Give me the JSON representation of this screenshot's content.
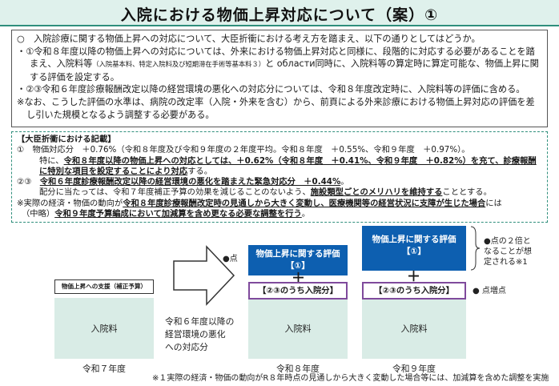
{
  "title": "入院における物価上昇対応について（案）①",
  "summary": {
    "p1": "○　入院診療に関する物価上昇への対応について、大臣折衝における考え方を踏まえ、以下の通りとしてはどうか。",
    "p2a": "・①令和８年度以降の物価上昇への対応については、外来における物価上昇対応と同様に、段階的に対応する必要があることを踏まえ、入院料等",
    "p2small": "（入院基本料、特定入院料及び短期滞在手術等基本料３）",
    "p2b": "と области同時に、入院料等の算定時に算定可能な、物価上昇に関する評価を設定する。",
    "p3": "・②③令和６年度診療報酬改定以降の経営環境の悪化への対応分については、令和８年度改定時に、入院料等の評価に含める。",
    "p4": "※なお、こうした評価の水準は、病院の改定率（入院・外来を含む）から、前頁による外来診療における物価上昇対応の評価を差し引いた規模となるよう調整する必要がある。"
  },
  "minister": {
    "heading": "【大臣折衝における記載】",
    "l1": "①　物価対応分　＋0.76%（令和８年度及び令和９年度の２年度平均。令和８年度　＋0.55%、令和９年度　＋0.97%）。",
    "l2a": "特に、",
    "l2b": "令和８年度以降の物価上昇への対応としては、＋0.62%（令和８年度　＋0.41%、令和９年度　＋0.82%）を充て、診療報酬に特別な項目を設定することにより対応",
    "l2c": "する。",
    "l3a": "②③　",
    "l3b": "令和６年度診療報酬改定以降の経営環境の悪化を踏まえた緊急対応分　＋0.44%",
    "l3c": "。",
    "l4a": "配分に当たっては、令和７年度補正予算の効果を減じることのないよう、",
    "l4b": "施設類型ごとのメリハリを維持する",
    "l4c": "こととする。",
    "l5a": "※実際の経済・物価の動向が",
    "l5b": "令和８年度診療報酬改定時の見通しから大きく変動し、医療機関等の経営状況に支障が生じた場合",
    "l5c": "には",
    "l6a": "（中略）",
    "l6b": "令和９年度予算編成において加減算を含め更なる必要な調整を行う",
    "l6c": "。"
  },
  "diagram": {
    "support_label": "物価上昇への支援（補正予算）",
    "base_label": "入院料",
    "middle_text": [
      "令和６年度以降の",
      "経営環境の悪化",
      "への対応分"
    ],
    "eval_label": "物価上昇に関する評価",
    "eval_num": "【①】",
    "purple_label": "【②③のうち入院分】",
    "plus": "＋",
    "dot_point": "●点",
    "dot_increase": "● 点増点",
    "right_note": [
      "●点の２倍と",
      "なることが想",
      "定される※1"
    ],
    "years": [
      "令和７年度",
      "令和８年度",
      "令和９年度"
    ],
    "footnote": "※１実際の経済・物価の動向がR８年時点の見通しから大きく変動した場合等には、加減算を含めた調整を実施"
  }
}
